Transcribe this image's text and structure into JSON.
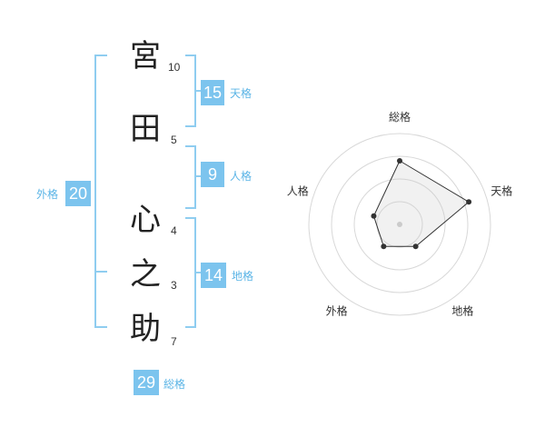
{
  "name": {
    "chars": [
      {
        "char": "宮",
        "strokes": "10"
      },
      {
        "char": "田",
        "strokes": "5"
      },
      {
        "char": "心",
        "strokes": "4"
      },
      {
        "char": "之",
        "strokes": "3"
      },
      {
        "char": "助",
        "strokes": "7"
      }
    ]
  },
  "fortune": {
    "tenkaku": {
      "value": "15",
      "label": "天格"
    },
    "jinkaku": {
      "value": "9",
      "label": "人格"
    },
    "chikaku": {
      "value": "14",
      "label": "地格"
    },
    "gaikaku": {
      "value": "20",
      "label": "外格"
    },
    "soukaku": {
      "value": "29",
      "label": "総格"
    }
  },
  "colors": {
    "accent": "#7cc4ee",
    "bracket": "#8fcdf0"
  },
  "chart_data": {
    "type": "radar",
    "axes": [
      "総格",
      "天格",
      "地格",
      "外格",
      "人格"
    ],
    "values": [
      3.5,
      4,
      1.5,
      1.5,
      1.5
    ],
    "rmax": 5,
    "rings": 4
  }
}
